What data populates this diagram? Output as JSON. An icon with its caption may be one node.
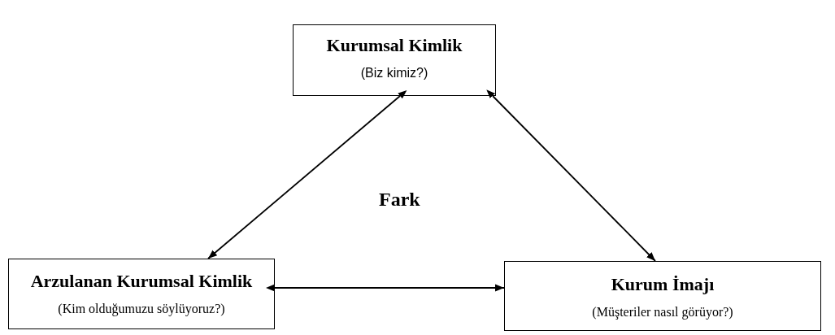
{
  "diagram": {
    "nodes": [
      {
        "text": [
          "Kurumsal Kimlik",
          "(Biz kimiz?)"
        ]
      },
      {
        "text": [
          "Arzulanan Kurumsal Kimlik",
          "(Kim olduğumuzu söylüyoruz?)"
        ]
      },
      {
        "text": [
          "Kurum İmajı",
          "(Müşteriler nasıl görüyor?)"
        ]
      }
    ],
    "edges": [
      {
        "from": 0,
        "to": 1,
        "arrow": "both"
      },
      {
        "from": 0,
        "to": 2,
        "arrow": "both"
      },
      {
        "from": 1,
        "to": 2,
        "arrow": "both"
      }
    ],
    "labels": [
      "Fark"
    ]
  }
}
